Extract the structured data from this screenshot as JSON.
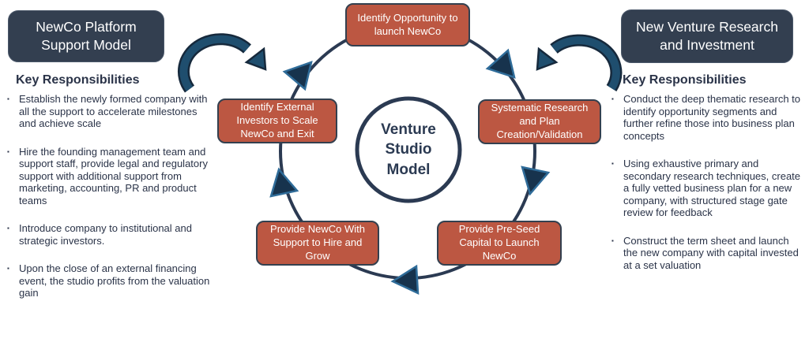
{
  "title_boxes": {
    "left": "NewCo Platform Support Model",
    "right": "New Venture Research and Investment"
  },
  "left_panel": {
    "heading": "Key Responsibilities",
    "bullets": [
      "Establish the newly formed company with all the support to accelerate milestones and achieve scale",
      "Hire the founding management team and support staff, provide legal and regulatory support with additional support from marketing, accounting, PR and product teams",
      "Introduce company to institutional and strategic investors.",
      "Upon the close of an external financing event, the studio profits from the valuation gain"
    ]
  },
  "right_panel": {
    "heading": "Key Responsibilities",
    "bullets": [
      "Conduct the deep thematic research to identify opportunity segments and further refine those into business plan concepts",
      "Using exhaustive primary and secondary research techniques, create a fully vetted business plan for a new company, with structured stage gate review for feedback",
      "Construct the term sheet and launch the new company with capital invested at a set valuation"
    ]
  },
  "cycle": {
    "center_label": "Venture Studio Model",
    "flow_direction": "clockwise",
    "steps": {
      "top": "Identify Opportunity to launch NewCo",
      "right": "Systematic Research and Plan Creation/Validation",
      "bottom_right": "Provide Pre-Seed Capital to Launch NewCo",
      "bottom_left": "Provide NewCo With Support to Hire and Grow",
      "left": "Identify External Investors to Scale NewCo and Exit"
    }
  },
  "ui": {
    "bullet_marker": "▪"
  },
  "colors": {
    "terracotta_box": "#BC5742",
    "navy_box": "#333F50",
    "ring": "#2B3A52",
    "triangle_fill": "#17334D",
    "triangle_stroke": "#2F6C99",
    "curved_arrow": "#1F4E6E",
    "body_text": "#2A3348"
  }
}
